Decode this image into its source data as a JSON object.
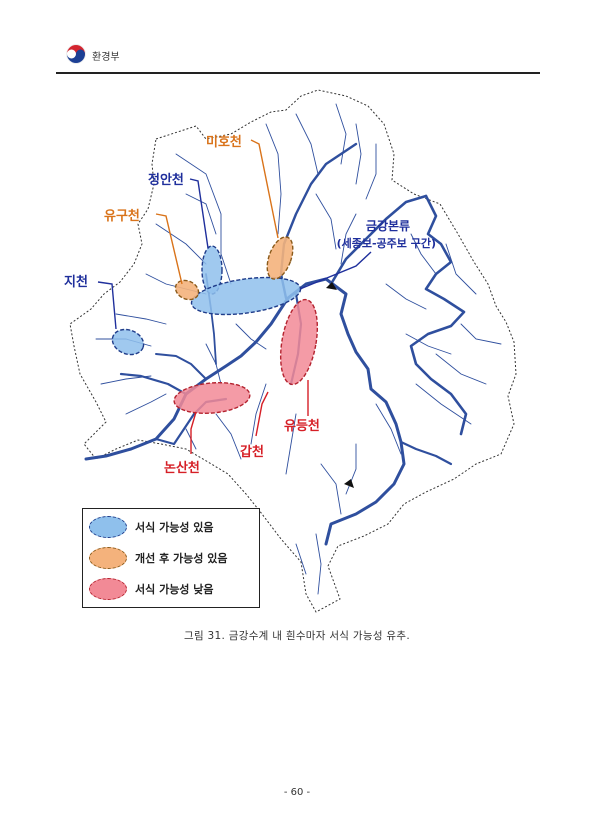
{
  "header": {
    "ministry": "환경부"
  },
  "colors": {
    "river": "#2f4f9e",
    "blue_fill": "#8fc0ec",
    "blue_stroke": "#1f3c8a",
    "orange_fill": "#f4b27c",
    "orange_stroke": "#8a5a1a",
    "red_fill": "#f28a96",
    "red_stroke": "#b4232f",
    "label_blue": "#1f2f9c",
    "label_orange": "#d9731a",
    "label_red": "#d61f26"
  },
  "labels": {
    "mihocheon": "미호천",
    "jeongancheon": "정안천",
    "yugucheon": "유구천",
    "jicheon": "지천",
    "geumgang_line1": "금강본류",
    "geumgang_line2": "(세종보-공주보 구간)",
    "yudeungcheon": "유등천",
    "gapcheon": "갑천",
    "nonsancheon": "논산천"
  },
  "legend": {
    "items": [
      {
        "label": "서식 가능성 있음",
        "category": "high"
      },
      {
        "label": "개선 후 가능성 있음",
        "category": "after-improvement"
      },
      {
        "label": "서식 가능성 낮음",
        "category": "low"
      }
    ]
  },
  "caption": "그림 31. 금강수계 내 흰수마자 서식 가능성 유추.",
  "page_number": "- 60 -"
}
